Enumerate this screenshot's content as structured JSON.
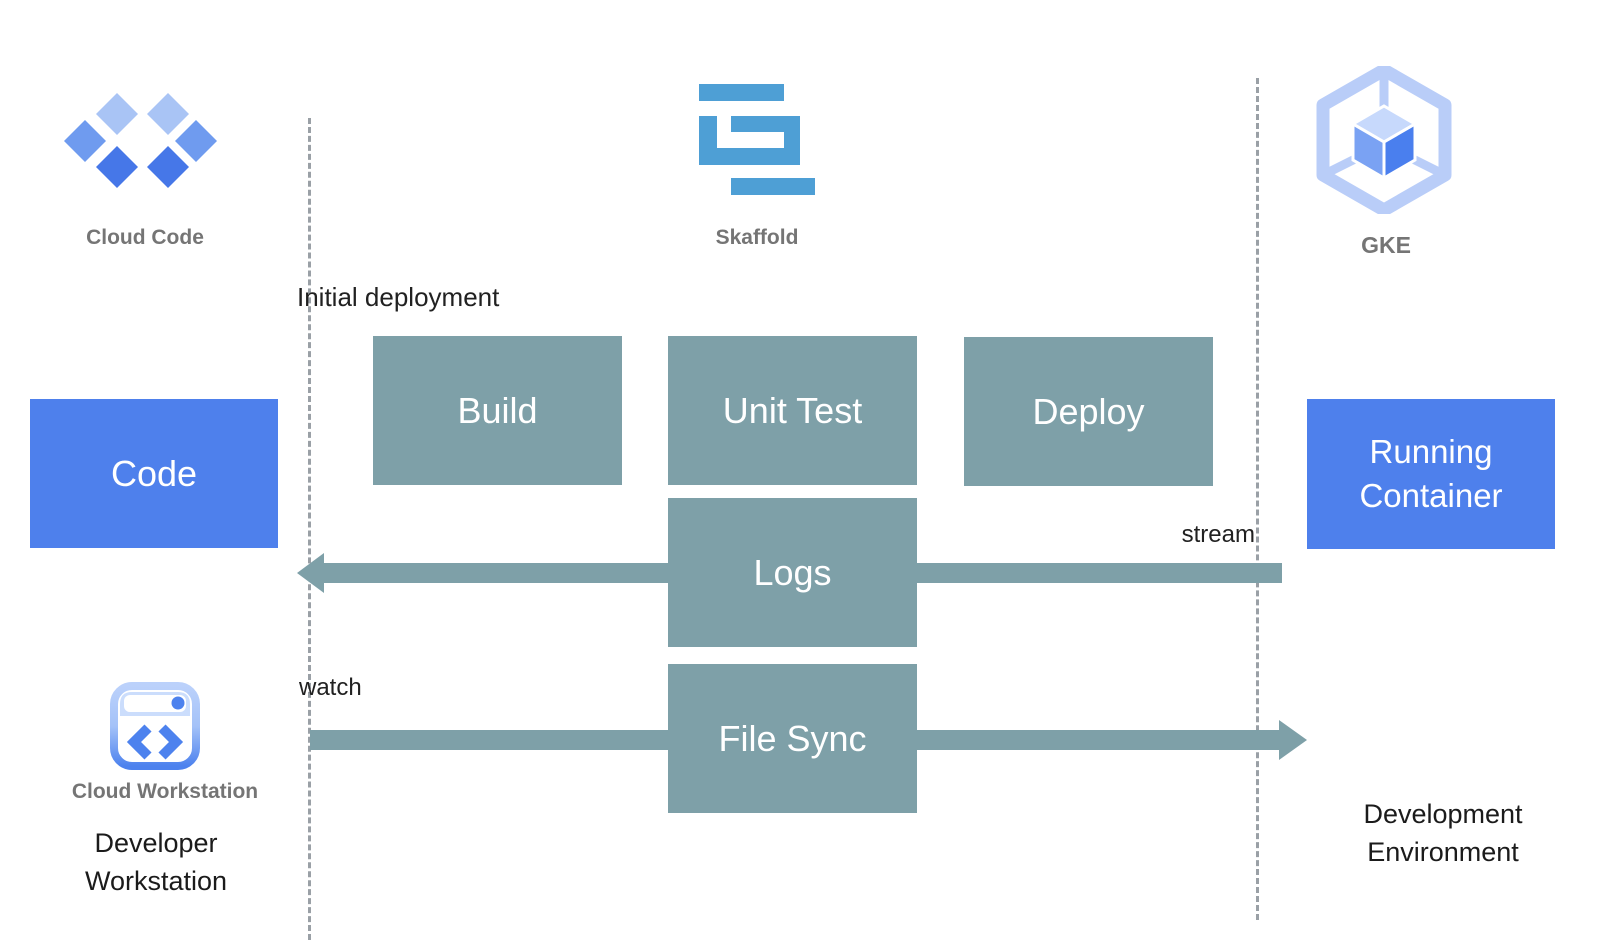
{
  "diagram": {
    "type": "architecture-flow",
    "colors": {
      "blue_box": "#4E80EC",
      "teal_box": "#7EA0A8",
      "arrow_teal": "#7EA0A8",
      "skaffold_blue": "#4E9FD5",
      "dash_gray": "#9AA0A6",
      "icon_label_gray": "#757575",
      "text_dark": "#212121",
      "diamond_light": "#A9C4F5",
      "diamond_medium": "#6F9BEF",
      "diamond_dark": "#4677E8",
      "gke_outline": "#B9CDF8",
      "cube_top": "#C7D9FC",
      "cube_left": "#7AA2F3",
      "cube_right": "#4A7FEE",
      "workstation_blue": "#4D82EE"
    }
  },
  "header_icons": {
    "cloud_code": {
      "label": "Cloud Code",
      "icon": "cloud-code-diamonds-icon"
    },
    "skaffold": {
      "label": "Skaffold",
      "icon": "skaffold-s-icon"
    },
    "gke": {
      "label": "GKE",
      "icon": "gke-hexagon-cube-icon"
    }
  },
  "boxes": {
    "code": {
      "label": "Code"
    },
    "build": {
      "label": "Build"
    },
    "unit_test": {
      "label": "Unit Test"
    },
    "deploy": {
      "label": "Deploy"
    },
    "logs": {
      "label": "Logs"
    },
    "file_sync": {
      "label": "File Sync"
    },
    "running_container": {
      "lines": [
        "Running",
        "Container"
      ]
    }
  },
  "annotations": {
    "initial_deployment": "Initial deployment",
    "stream": "stream",
    "watch": "watch"
  },
  "footer": {
    "cloud_workstation": {
      "label": "Cloud Workstation",
      "icon": "cloud-workstation-icon"
    },
    "developer_workstation": {
      "lines": [
        "Developer",
        "Workstation"
      ]
    },
    "development_environment": {
      "lines": [
        "Development",
        "Environment"
      ]
    }
  }
}
